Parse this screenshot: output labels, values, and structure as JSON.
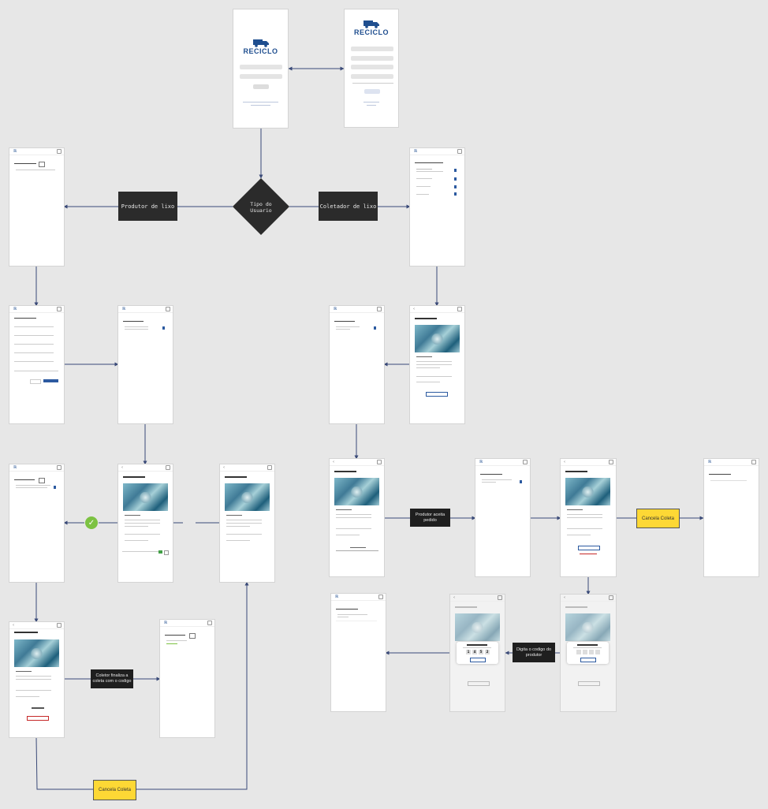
{
  "logo_word": "RECICLO",
  "decisions": {
    "user_type": "Tipo do Usuario",
    "producer": "Produtor de lixo",
    "collector": "Coletador de lixo"
  },
  "actions": {
    "producer_accepts": "Produtor aceita pedido",
    "collector_finishes": "Coletor finaliza a coleta com o codigo",
    "type_code": "Digita o codigo do produtor",
    "cancel_1": "Cancela Coleta",
    "cancel_2": "Cancela Coleta"
  },
  "colors": {
    "background": "#e7e7e7",
    "dark_box": "#2b2b2b",
    "black_box": "#1f1f1f",
    "yellow": "#fdd835",
    "brand_blue": "#1f4e8f",
    "check_green": "#7cc242"
  }
}
